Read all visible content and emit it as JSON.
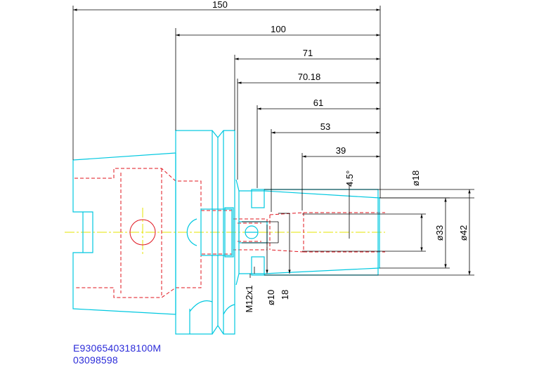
{
  "colors": {
    "outline": "#00c8e0",
    "hidden": "#e0141e",
    "dimension": "#000000",
    "centerline": "#e6e600",
    "code": "#2b2bd9"
  },
  "dimensions": {
    "d150": "150",
    "d100": "100",
    "d71": "71",
    "d70_18": "70.18",
    "d61": "61",
    "d53": "53",
    "d39": "39",
    "angle": "4.5°",
    "dia18": "ø18",
    "dia33": "ø33",
    "dia42": "ø42",
    "thread": "M12x1",
    "dia10": "ø10",
    "len18": "18"
  },
  "part_codes": {
    "line1": "E9306540318100M",
    "line2": "03098598"
  }
}
